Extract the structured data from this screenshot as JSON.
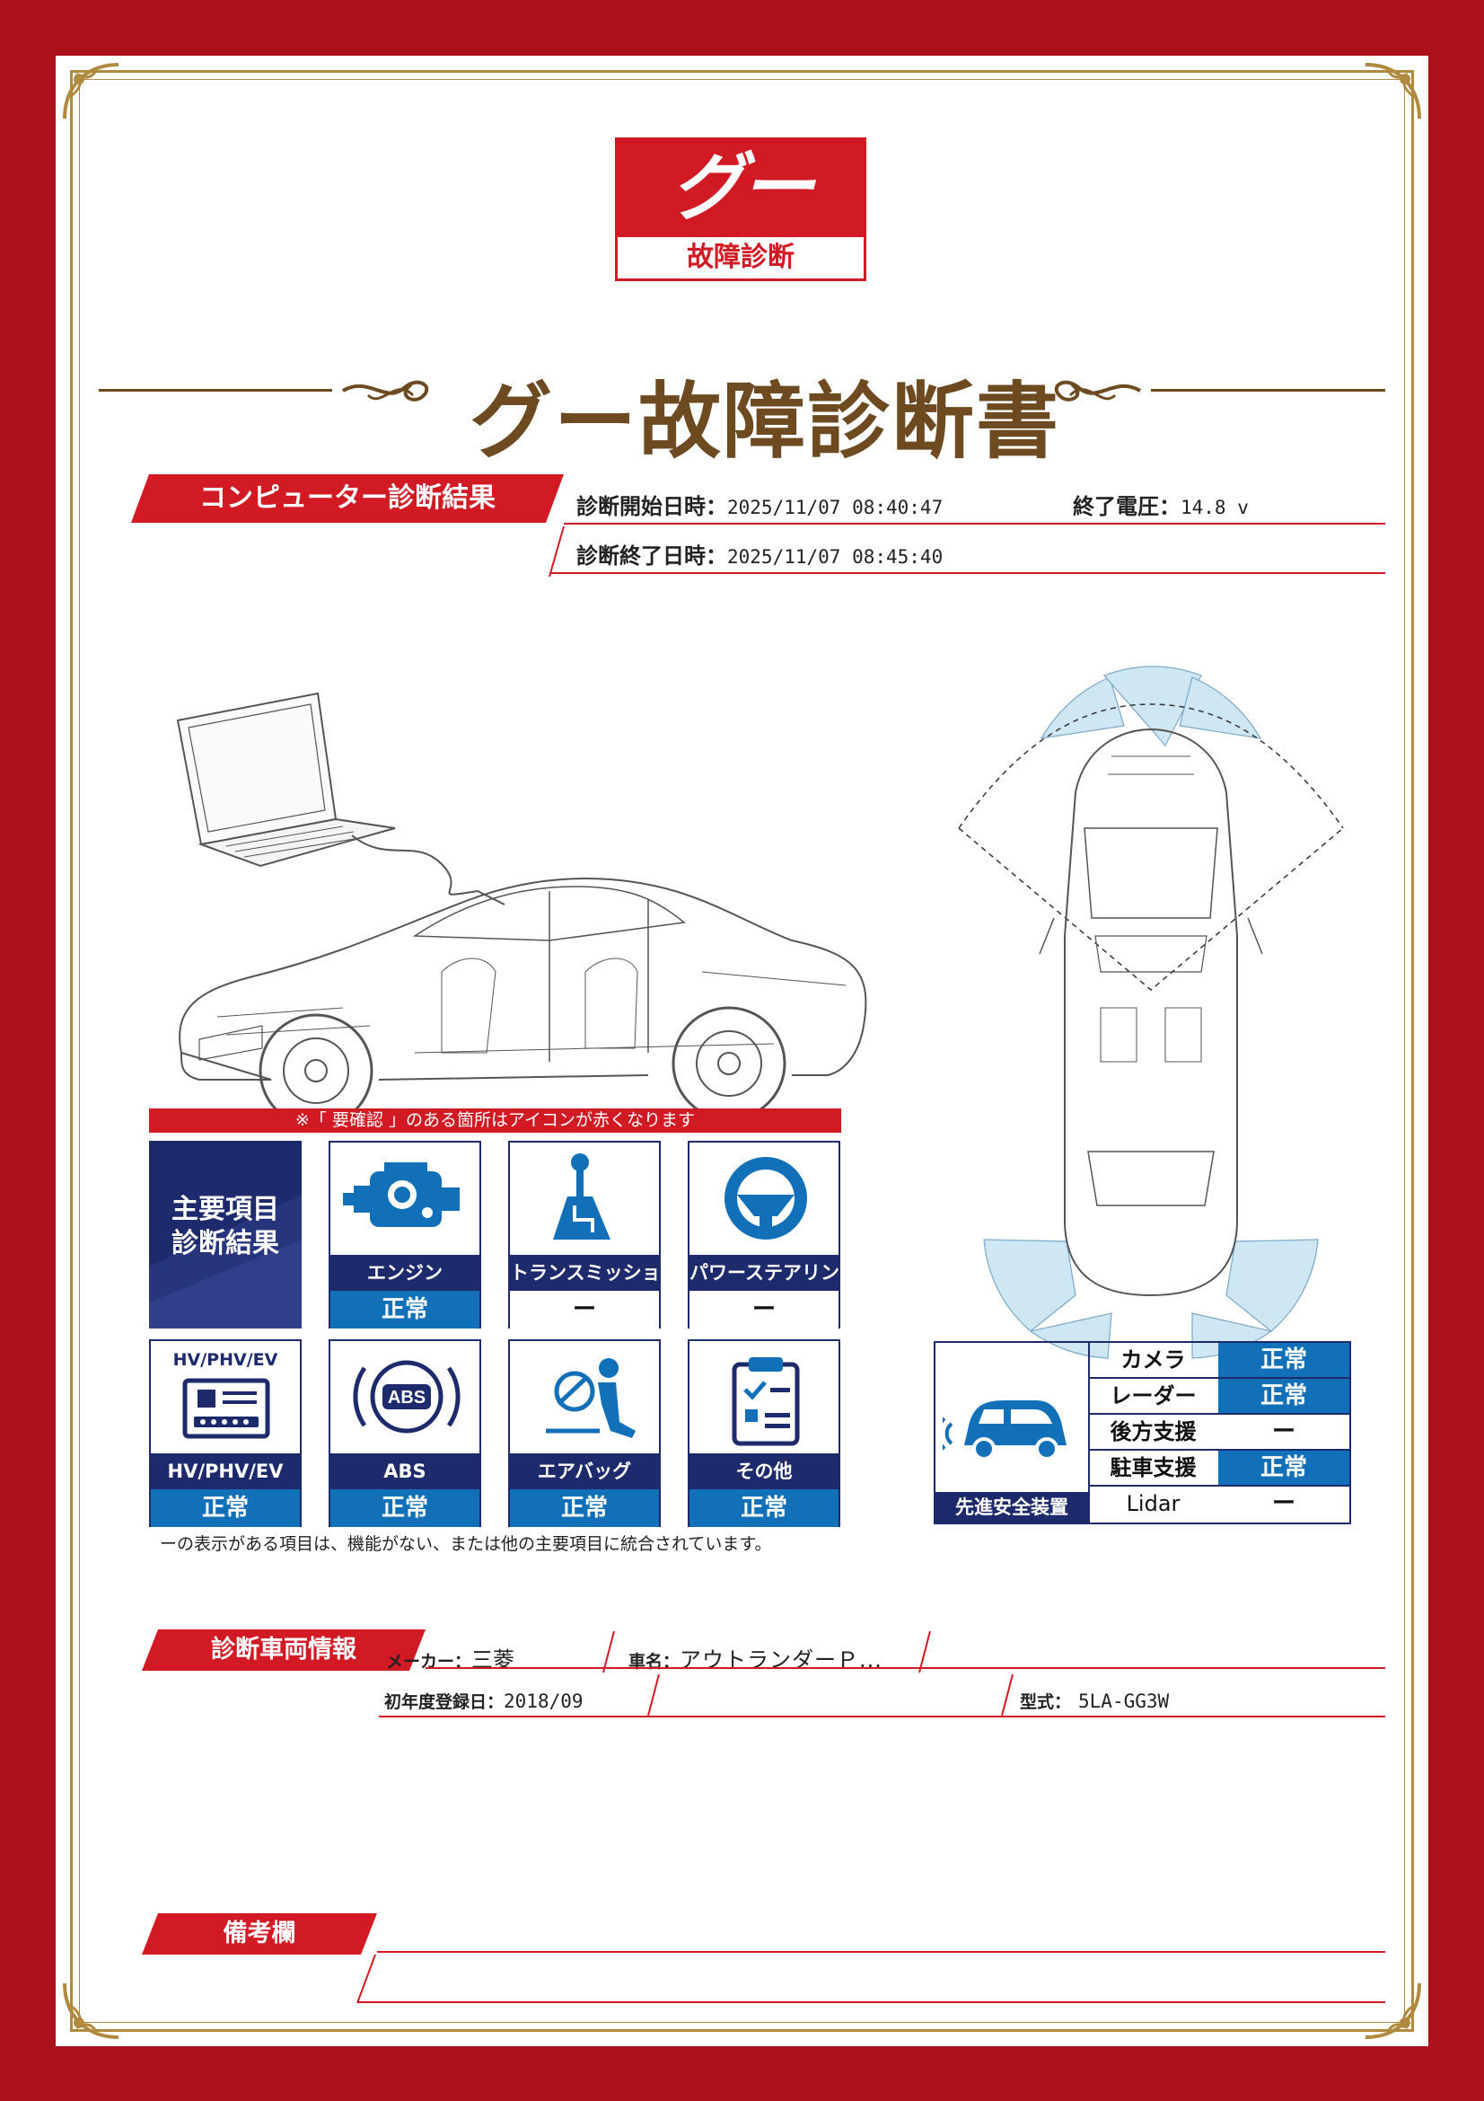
{
  "logo": {
    "mark": "グー",
    "subtitle": "故障診断"
  },
  "document": {
    "title": "グー故障診断書"
  },
  "computer_diagnosis": {
    "heading": "コンピューター診断結果",
    "start_label": "診断開始日時：",
    "start_value": "2025/11/07 08:40:47",
    "voltage_label": "終了電圧：",
    "voltage_value": "14.8 v",
    "end_label": "診断終了日時：",
    "end_value": "2025/11/07 08:45:40"
  },
  "main_items": {
    "notice": "※「 要確認 」のある箇所はアイコンが赤くなります",
    "panel_title_1": "主要項目",
    "panel_title_2": "診断結果",
    "items": [
      {
        "icon": "engine-icon",
        "label": "エンジン",
        "status": "正常"
      },
      {
        "icon": "gear-shift-icon",
        "label": "トランスミッション",
        "status": "ー"
      },
      {
        "icon": "steering-wheel-icon",
        "label": "パワーステアリング",
        "status": "ー"
      },
      {
        "icon": "hybrid-battery-icon",
        "icon_text": "HV/PHV/EV",
        "label": "HV/PHV/EV",
        "status": "正常"
      },
      {
        "icon": "abs-icon",
        "icon_text": "ABS",
        "label": "ABS",
        "status": "正常"
      },
      {
        "icon": "airbag-icon",
        "label": "エアバッグ",
        "status": "正常"
      },
      {
        "icon": "clipboard-icon",
        "label": "その他",
        "status": "正常"
      }
    ],
    "footnote": "ーの表示がある項目は、機能がない、または他の主要項目に統合されています。"
  },
  "safety": {
    "label": "先進安全装置",
    "rows": [
      {
        "name": "カメラ",
        "status": "正常"
      },
      {
        "name": "レーダー",
        "status": "正常"
      },
      {
        "name": "後方支援",
        "status": "ー"
      },
      {
        "name": "駐車支援",
        "status": "正常"
      },
      {
        "name": "Lidar",
        "status": "ー"
      }
    ]
  },
  "vehicle": {
    "heading": "診断車両情報",
    "maker_label": "メーカー：",
    "maker_value": "三菱",
    "name_label": "車名：",
    "name_value": "アウトランダーＰ...",
    "reg_label": "初年度登録日：",
    "reg_value": "2018/09",
    "model_label": "型式：",
    "model_value": "5LA-GG3W"
  },
  "remarks": {
    "heading": "備考欄"
  },
  "colors": {
    "brand_red": "#d11a24",
    "frame_red": "#ab1219",
    "navy": "#1d2a6b",
    "ok_blue": "#1170b8",
    "gold": "#b08a3e",
    "title_brown": "#6e4a20"
  }
}
